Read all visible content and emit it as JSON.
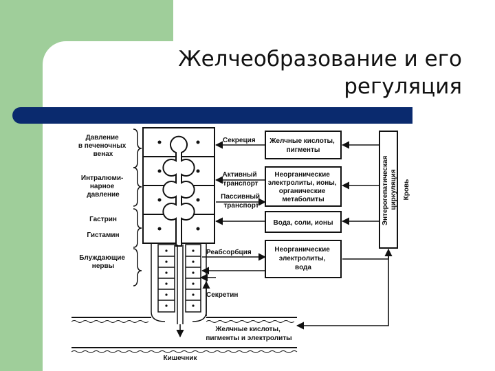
{
  "title": {
    "line1": "Желчеобразование и его",
    "line2": "регуляция"
  },
  "colors": {
    "green": "#9fce9a",
    "bar": "#0a2a6e",
    "ink": "#111111"
  },
  "left_labels": {
    "pressure": [
      "Давление",
      "в печеночных",
      "венах"
    ],
    "intraluminal": [
      "Интралюми-",
      "нарное",
      "давление"
    ],
    "gastrin": [
      "Гастрин"
    ],
    "histamine": [
      "Гистамин"
    ],
    "vagus": [
      "Блуждающие",
      "нервы"
    ]
  },
  "arrows": {
    "secretion": [
      "Секреция"
    ],
    "active": [
      "Активный",
      "транспорт"
    ],
    "passive": [
      "Пассивный",
      "транспорт"
    ],
    "reabsorption": [
      "Реабсорбция"
    ],
    "secretin": [
      "Секретин"
    ]
  },
  "boxes": {
    "bile_acids": [
      "Желчные кислоты,",
      "пигменты"
    ],
    "inorganic": [
      "Неорганические",
      "электролиты, ионы,",
      "органические",
      "метаболиты"
    ],
    "water": [
      "Вода, соли, ионы"
    ],
    "inorganic_water": [
      "Неорганические",
      "электролиты,",
      "вода"
    ]
  },
  "circulation": [
    "Энтерогепатическая",
    "циркуляция",
    "Кровь"
  ],
  "bottom": {
    "bile_flow": [
      "Желчные кислоты,",
      "пигменты и электролиты"
    ],
    "intestine": "Кишечник"
  }
}
